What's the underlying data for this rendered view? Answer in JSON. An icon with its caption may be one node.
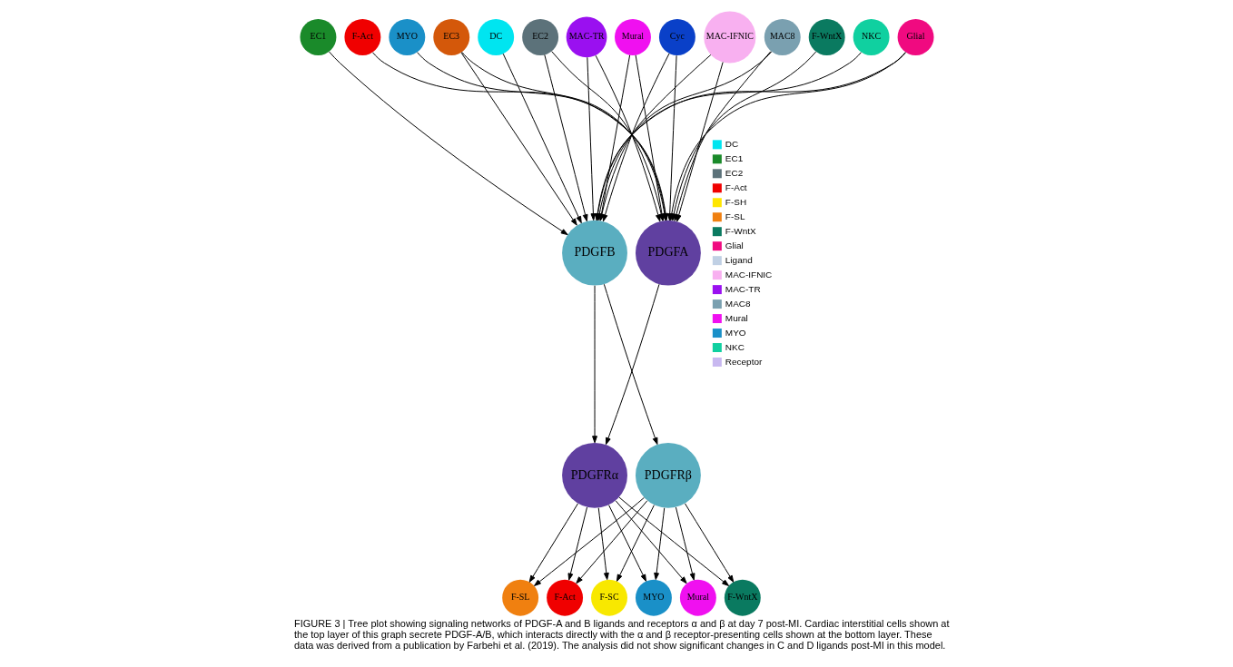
{
  "diagram": {
    "caption": "FIGURE 3 | Tree plot showing signaling networks of PDGF-A and B ligands and receptors α and β at day 7 post-MI. Cardiac interstitial cells shown at the top layer of this graph secrete PDGF-A/B, which interacts directly with the α and β receptor-presenting cells shown at the bottom layer. These data was derived from a publication by Farbehi et al. (2019). The analysis did not show significant changes in C and D ligands post-MI in this model.",
    "nodes": [
      {
        "text": [
          "EC1"
        ]
      },
      {
        "text": [
          "F-Act"
        ]
      },
      {
        "text": [
          "MYO"
        ]
      },
      {
        "text": [
          "EC3"
        ]
      },
      {
        "text": [
          "DC"
        ]
      },
      {
        "text": [
          "EC2"
        ]
      },
      {
        "text": [
          "MAC-TR"
        ]
      },
      {
        "text": [
          "Mural"
        ]
      },
      {
        "text": [
          "Cyc"
        ]
      },
      {
        "text": [
          "MAC-IFNIC"
        ]
      },
      {
        "text": [
          "MAC8"
        ]
      },
      {
        "text": [
          "F-WntX"
        ]
      },
      {
        "text": [
          "NKC"
        ]
      },
      {
        "text": [
          "Glial"
        ]
      },
      {
        "text": [
          "PDGFB"
        ]
      },
      {
        "text": [
          "PDGFA"
        ]
      },
      {
        "text": [
          "PDGFRα"
        ]
      },
      {
        "text": [
          "PDGFRβ"
        ]
      },
      {
        "text": [
          "F-SL"
        ]
      },
      {
        "text": [
          "F-Act"
        ]
      },
      {
        "text": [
          "F-SC"
        ]
      },
      {
        "text": [
          "MYO"
        ]
      },
      {
        "text": [
          "Mural"
        ]
      },
      {
        "text": [
          "F-WntX"
        ]
      }
    ],
    "edges": [
      {
        "from": 0,
        "to": 14,
        "arrow": "to"
      },
      {
        "from": 1,
        "to": 15,
        "arrow": "to"
      },
      {
        "from": 2,
        "to": 15,
        "arrow": "to"
      },
      {
        "from": 3,
        "to": 14,
        "arrow": "to"
      },
      {
        "from": 3,
        "to": 15,
        "arrow": "to"
      },
      {
        "from": 4,
        "to": 14,
        "arrow": "to"
      },
      {
        "from": 5,
        "to": 14,
        "arrow": "to"
      },
      {
        "from": 5,
        "to": 15,
        "arrow": "to"
      },
      {
        "from": 6,
        "to": 14,
        "arrow": "to"
      },
      {
        "from": 6,
        "to": 15,
        "arrow": "to"
      },
      {
        "from": 7,
        "to": 14,
        "arrow": "to"
      },
      {
        "from": 7,
        "to": 15,
        "arrow": "to"
      },
      {
        "from": 8,
        "to": 14,
        "arrow": "to"
      },
      {
        "from": 8,
        "to": 15,
        "arrow": "to"
      },
      {
        "from": 9,
        "to": 14,
        "arrow": "to"
      },
      {
        "from": 9,
        "to": 15,
        "arrow": "to"
      },
      {
        "from": 10,
        "to": 14,
        "arrow": "to"
      },
      {
        "from": 10,
        "to": 15,
        "arrow": "to"
      },
      {
        "from": 11,
        "to": 15,
        "arrow": "to"
      },
      {
        "from": 12,
        "to": 14,
        "arrow": "to"
      },
      {
        "from": 13,
        "to": 14,
        "arrow": "to"
      },
      {
        "from": 13,
        "to": 15,
        "arrow": "to"
      },
      {
        "from": 14,
        "to": 16,
        "arrow": "to"
      },
      {
        "from": 14,
        "to": 17,
        "arrow": "to"
      },
      {
        "from": 15,
        "to": 16,
        "arrow": "to"
      },
      {
        "from": 16,
        "to": 18,
        "arrow": "to"
      },
      {
        "from": 16,
        "to": 19,
        "arrow": "to"
      },
      {
        "from": 16,
        "to": 20,
        "arrow": "to"
      },
      {
        "from": 16,
        "to": 21,
        "arrow": "to"
      },
      {
        "from": 16,
        "to": 22,
        "arrow": "to"
      },
      {
        "from": 16,
        "to": 23,
        "arrow": "to"
      },
      {
        "from": 17,
        "to": 18,
        "arrow": "to"
      },
      {
        "from": 17,
        "to": 19,
        "arrow": "to"
      },
      {
        "from": 17,
        "to": 20,
        "arrow": "to"
      },
      {
        "from": 17,
        "to": 21,
        "arrow": "to"
      },
      {
        "from": 17,
        "to": 22,
        "arrow": "to"
      },
      {
        "from": 17,
        "to": 23,
        "arrow": "to"
      }
    ],
    "legend": [
      {
        "text": "DC",
        "color": "#00e5f0"
      },
      {
        "text": "EC1",
        "color": "#1a8a2a"
      },
      {
        "text": "EC2",
        "color": "#5c727a"
      },
      {
        "text": "F-Act",
        "color": "#f00000"
      },
      {
        "text": "F-SH",
        "color": "#ffe600"
      },
      {
        "text": "F-SL",
        "color": "#f08010"
      },
      {
        "text": "F-WntX",
        "color": "#0a7a60"
      },
      {
        "text": "Glial",
        "color": "#f00a80"
      },
      {
        "text": "Ligand",
        "color": "#c0d0e4"
      },
      {
        "text": "MAC-IFNIC",
        "color": "#f8b0f0"
      },
      {
        "text": "MAC-TR",
        "color": "#9a10f0"
      },
      {
        "text": "MAC8",
        "color": "#7aa0b0"
      },
      {
        "text": "Mural",
        "color": "#f010f0"
      },
      {
        "text": "MYO",
        "color": "#1a90c8"
      },
      {
        "text": "NKC",
        "color": "#10d0a0"
      },
      {
        "text": "Receptor",
        "color": "#c8b8f0"
      }
    ]
  }
}
